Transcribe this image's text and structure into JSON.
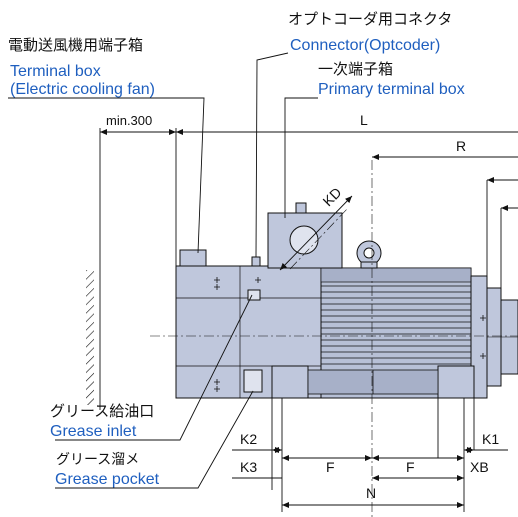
{
  "callouts": {
    "fan_box_jp": "電動送風機用端子箱",
    "fan_box_en_1": "Terminal box",
    "fan_box_en_2": "(Electric cooling fan)",
    "connector_jp": "オプトコーダ用コネクタ",
    "connector_en": "Connector(Optcoder)",
    "primary_box_jp": "一次端子箱",
    "primary_box_en": "Primary terminal box",
    "grease_inlet_jp": "グリース給油口",
    "grease_inlet_en": "Grease inlet",
    "grease_pocket_jp": "グリース溜メ",
    "grease_pocket_en": "Grease pocket"
  },
  "dimensions": {
    "min_clearance": "min.300",
    "overall_length": "L",
    "r_length": "R",
    "kd": "KD",
    "k2": "K2",
    "k3": "K3",
    "f_left": "F",
    "f_right": "F",
    "k1": "K1",
    "xb": "XB",
    "n": "N"
  },
  "colors": {
    "body_fill": "#bfc7dc",
    "body_dark": "#a7b0c8",
    "line": "#111111",
    "label_blue": "#1f5fbf"
  }
}
